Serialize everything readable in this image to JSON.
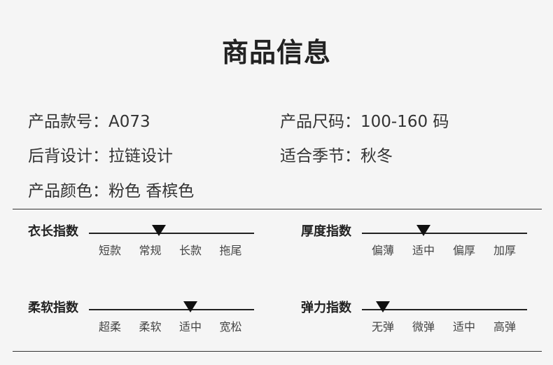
{
  "title": "商品信息",
  "info": {
    "model": "产品款号：A073",
    "size": "产品尺码：100-160 码",
    "back_design": "后背设计：拉链设计",
    "season": "适合季节：秋冬",
    "color": "产品颜色：粉色  香槟色"
  },
  "scales": {
    "length": {
      "label": "衣长指数",
      "ticks": [
        "短款",
        "常规",
        "长款",
        "拖尾"
      ],
      "selected_index": 1.22
    },
    "thickness": {
      "label": "厚度指数",
      "ticks": [
        "偏薄",
        "适中",
        "偏厚",
        "加厚"
      ],
      "selected_index": 1.0
    },
    "softness": {
      "label": "柔软指数",
      "ticks": [
        "超柔",
        "柔软",
        "适中",
        "宽松"
      ],
      "selected_index": 2.0
    },
    "elasticity": {
      "label": "弹力指数",
      "ticks": [
        "无弹",
        "微弹",
        "适中",
        "高弹"
      ],
      "selected_index": 0.0
    }
  }
}
